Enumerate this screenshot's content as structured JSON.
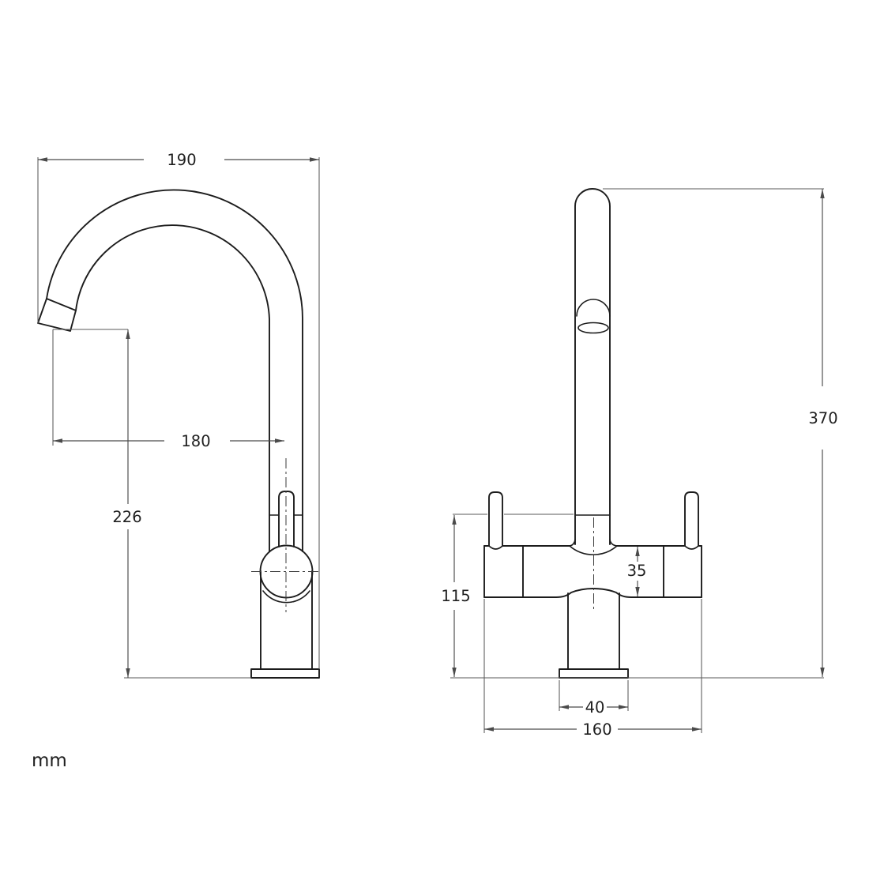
{
  "unit_label": "mm",
  "colors": {
    "object_line": "#1c1c1c",
    "dimension_line": "#4a4a4a",
    "text": "#1f1f1f",
    "background": "#ffffff"
  },
  "side_view": {
    "dim_spout_width": "190",
    "dim_spout_reach": "180",
    "dim_spout_height": "226"
  },
  "front_view": {
    "dim_total_height": "370",
    "dim_upper_body_height": "115",
    "dim_body_depth": "35",
    "dim_base_width": "40",
    "dim_overall_width": "160"
  }
}
